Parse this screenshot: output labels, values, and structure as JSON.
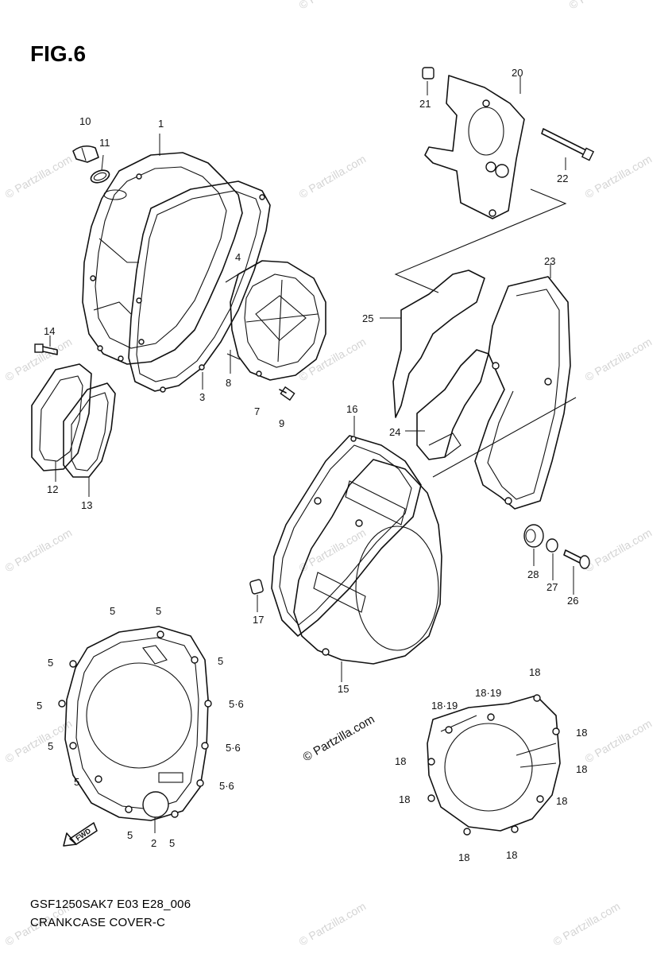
{
  "figure": {
    "label": "FIG.6",
    "model_code": "GSF1250SAK7 E03 E28_006",
    "assembly_name": "CRANKCASE COVER-C"
  },
  "watermark": {
    "text": "© Partzilla.com",
    "repeat_text": "© Partzilla.com"
  },
  "fwd_arrow_label": "FWD",
  "callouts": [
    {
      "id": "c1",
      "text": "1"
    },
    {
      "id": "c2",
      "text": "2"
    },
    {
      "id": "c3",
      "text": "3"
    },
    {
      "id": "c4",
      "text": "4"
    },
    {
      "id": "c5a",
      "text": "5"
    },
    {
      "id": "c5b",
      "text": "5"
    },
    {
      "id": "c5c",
      "text": "5"
    },
    {
      "id": "c5d",
      "text": "5"
    },
    {
      "id": "c5e",
      "text": "5"
    },
    {
      "id": "c5f",
      "text": "5"
    },
    {
      "id": "c5g",
      "text": "5"
    },
    {
      "id": "c5h",
      "text": "5"
    },
    {
      "id": "c5i",
      "text": "5"
    },
    {
      "id": "c5j",
      "text": "5"
    },
    {
      "id": "c56a",
      "text": "5·6"
    },
    {
      "id": "c56b",
      "text": "5·6"
    },
    {
      "id": "c56c",
      "text": "5·6"
    },
    {
      "id": "c7",
      "text": "7"
    },
    {
      "id": "c8",
      "text": "8"
    },
    {
      "id": "c9",
      "text": "9"
    },
    {
      "id": "c10",
      "text": "10"
    },
    {
      "id": "c11",
      "text": "11"
    },
    {
      "id": "c12",
      "text": "12"
    },
    {
      "id": "c13",
      "text": "13"
    },
    {
      "id": "c14",
      "text": "14"
    },
    {
      "id": "c15",
      "text": "15"
    },
    {
      "id": "c16",
      "text": "16"
    },
    {
      "id": "c17",
      "text": "17"
    },
    {
      "id": "c18a",
      "text": "18"
    },
    {
      "id": "c18b",
      "text": "18"
    },
    {
      "id": "c18c",
      "text": "18"
    },
    {
      "id": "c18d",
      "text": "18"
    },
    {
      "id": "c18e",
      "text": "18"
    },
    {
      "id": "c18f",
      "text": "18"
    },
    {
      "id": "c18g",
      "text": "18"
    },
    {
      "id": "c18h",
      "text": "18"
    },
    {
      "id": "c18i",
      "text": "18"
    },
    {
      "id": "c1819a",
      "text": "18·19"
    },
    {
      "id": "c1819b",
      "text": "18·19"
    },
    {
      "id": "c20",
      "text": "20"
    },
    {
      "id": "c21",
      "text": "21"
    },
    {
      "id": "c22",
      "text": "22"
    },
    {
      "id": "c23",
      "text": "23"
    },
    {
      "id": "c24",
      "text": "24"
    },
    {
      "id": "c25",
      "text": "25"
    },
    {
      "id": "c26",
      "text": "26"
    },
    {
      "id": "c27",
      "text": "27"
    },
    {
      "id": "c28",
      "text": "28"
    }
  ]
}
